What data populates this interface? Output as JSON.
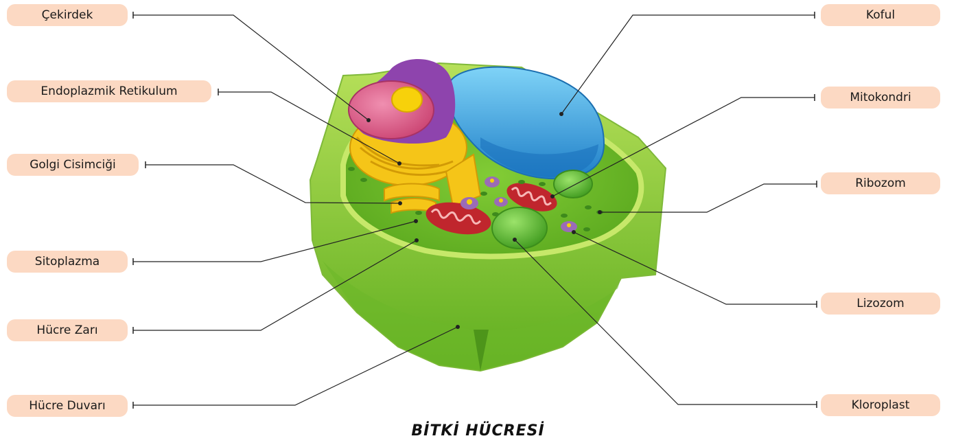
{
  "title": "BİTKİ HÜCRESİ",
  "labels": {
    "cekirdek": "Çekirdek",
    "endoplazmik": "Endoplazmik Retikulum",
    "golgi": "Golgi Cisimciği",
    "sitoplazma": "Sitoplazma",
    "hucre_zari": "Hücre Zarı",
    "hucre_duvari": "Hücre Duvarı",
    "koful": "Koful",
    "mitokondri": "Mitokondri",
    "ribozom": "Ribozom",
    "lizozom": "Lizozom",
    "kloroplast": "Kloroplast"
  },
  "colors": {
    "label_bg": "#fcd9c3",
    "cell_wall": "#8cc63f",
    "cytoplasm": "#6fbf2a",
    "vacuole": "#2b9be0",
    "nucleus": "#e05a8a",
    "nuclear_envelope": "#8e44ad",
    "nucleolus": "#f7d10b",
    "er": "#f5c518",
    "mitochondria": "#c0262d",
    "chloroplast": "#5ab52c",
    "lysosome": "#9b6bb7"
  }
}
